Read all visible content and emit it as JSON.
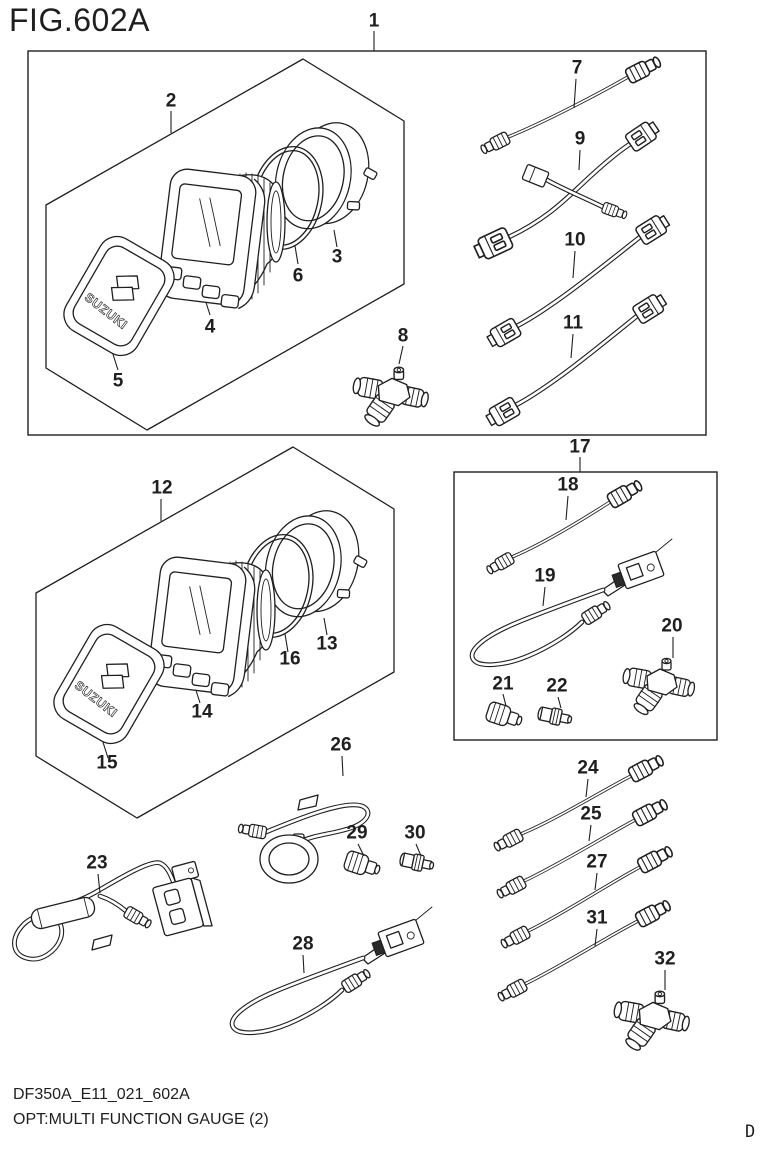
{
  "title": "FIG.602A",
  "figure": {
    "brand": "SUZUKI",
    "part_labels": [
      "1",
      "2",
      "3",
      "4",
      "5",
      "6",
      "7",
      "8",
      "9",
      "10",
      "11",
      "12",
      "13",
      "14",
      "15",
      "16",
      "17",
      "18",
      "19",
      "20",
      "21",
      "22",
      "23",
      "24",
      "25",
      "26",
      "27",
      "28",
      "29",
      "30",
      "31",
      "32"
    ]
  },
  "footer": {
    "drawing_code": "DF350A_E11_021_602A",
    "figure_caption": "OPT:MULTI FUNCTION GAUGE (2)",
    "page_marker": "D"
  }
}
